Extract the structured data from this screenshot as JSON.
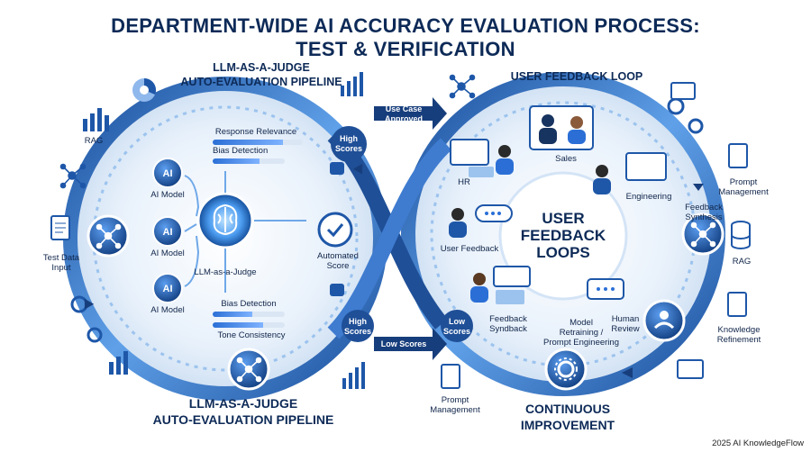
{
  "header": {
    "title_line1": "DEPARTMENT-WIDE AI ACCURACY EVALUATION PROCESS:",
    "title_line2": "TEST & VERIFICATION"
  },
  "left": {
    "top_heading_1": "LLM-AS-A-JUDGE",
    "top_heading_2": "AUTO-EVALUATION PIPELINE",
    "bottom_heading_1": "LLM-AS-A-JUDGE",
    "bottom_heading_2": "AUTO-EVALUATION PIPELINE",
    "rag": "RAG",
    "test_data_1": "Test Data",
    "test_data_2": "Input",
    "ai_model_1": "AI Model",
    "ai_model_2": "AI Model",
    "ai_model_3": "AI Model",
    "response_relevance": "Response Relevance",
    "bias_detection_top": "Bias Detection",
    "judge": "LLM-as-a-Judge",
    "bias_detection_bottom": "Bias Detection",
    "tone_consistency": "Tone Consistency",
    "automated_score_1": "Automated",
    "automated_score_2": "Score",
    "high_scores_top_1": "High",
    "high_scores_top_2": "Scores",
    "high_scores_bottom_1": "High",
    "high_scores_bottom_2": "Scores"
  },
  "bridge": {
    "use_case_1": "Use Case",
    "use_case_2": "Approved",
    "low_scores": "Low Scores"
  },
  "right": {
    "heading": "USER FEEDBACK LOOP",
    "center_1": "USER",
    "center_2": "FEEDBACK",
    "center_3": "LOOPS",
    "sales": "Sales",
    "hr": "HR",
    "engineering": "Engineering",
    "user_feedback": "User Feedback",
    "feedback_syndback_1": "Feedback",
    "feedback_syndback_2": "Syndback",
    "model_retraining_1": "Model",
    "model_retraining_2": "Retraining /",
    "model_retraining_3": "Prompt Engineering",
    "human_review_1": "Human",
    "human_review_2": "Review",
    "low_scores_1": "Low",
    "low_scores_2": "Scores",
    "feedback_synthesis_1": "Feedback",
    "feedback_synthesis_2": "Synthesis",
    "prompt_mgmt_right_1": "Prompt",
    "prompt_mgmt_right_2": "Management",
    "rag_right": "RAG",
    "knowledge_refinement_1": "Knowledge",
    "knowledge_refinement_2": "Refinement",
    "prompt_mgmt_bottom_1": "Prompt",
    "prompt_mgmt_bottom_2": "Management",
    "continuous_1": "CONTINUOUS",
    "continuous_2": "IMPROVEMENT"
  },
  "footer": {
    "credit": "2025 AI KnowledgeFlow"
  },
  "colors": {
    "dark_blue": "#0d2a57",
    "mid_blue": "#2b6fd6",
    "light_blue": "#dbeaf9",
    "arrow_blue": "#1f4f97"
  },
  "icons": [
    "brain-icon",
    "network-icon",
    "gear-icon",
    "document-icon",
    "chart-icon",
    "thumbs-up-icon",
    "thumbs-down-icon",
    "check-icon",
    "database-icon",
    "person-icon",
    "chat-icon"
  ]
}
